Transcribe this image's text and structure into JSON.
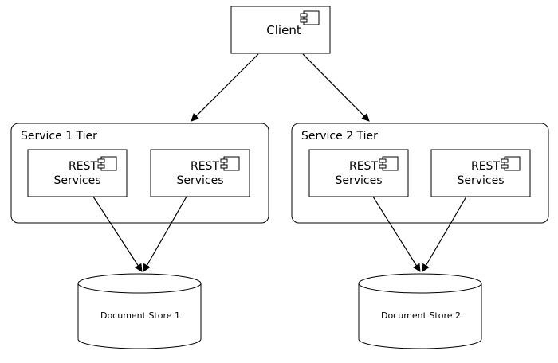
{
  "client": {
    "label": "Client"
  },
  "tiers": [
    {
      "title": "Service 1 Tier",
      "services": [
        {
          "line1": "REST",
          "line2": "Services"
        },
        {
          "line1": "REST",
          "line2": "Services"
        }
      ],
      "store": {
        "label": "Document Store 1"
      }
    },
    {
      "title": "Service 2 Tier",
      "services": [
        {
          "line1": "REST",
          "line2": "Services"
        },
        {
          "line1": "REST",
          "line2": "Services"
        }
      ],
      "store": {
        "label": "Document Store 2"
      }
    }
  ]
}
